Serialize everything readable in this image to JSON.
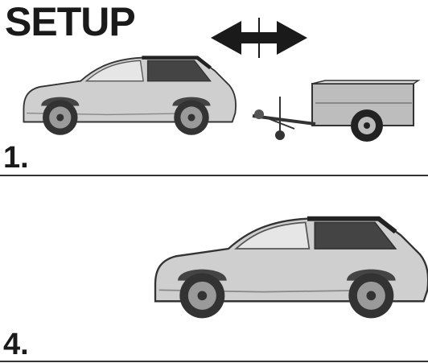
{
  "title": "SETUP",
  "steps": [
    {
      "label": "1."
    },
    {
      "label": "4."
    }
  ],
  "colors": {
    "ink": "#1a1a1a",
    "car_body": "#cfcfcf",
    "car_roof": "#2b2b2b",
    "trailer": "#bdbdbd"
  },
  "icons": [
    "double-arrow-icon"
  ]
}
